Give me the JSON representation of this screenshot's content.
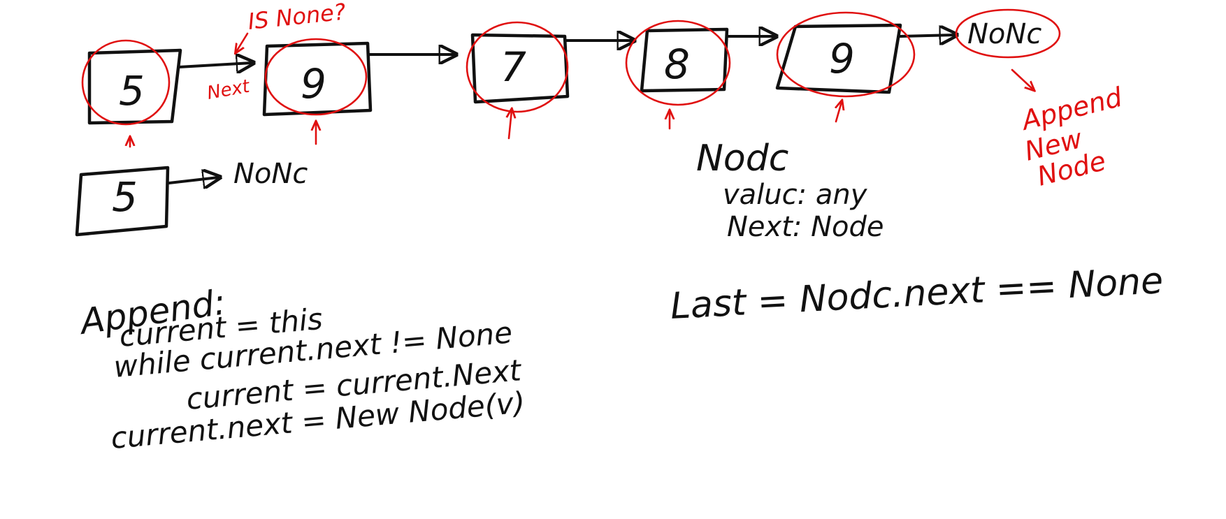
{
  "colors": {
    "ink": "#111111",
    "annotation": "#e01010",
    "background": "#ffffff"
  },
  "main_list": {
    "nodes": [
      {
        "value": "5",
        "circled": true,
        "pointer": true
      },
      {
        "value": "9",
        "circled": true,
        "pointer": true
      },
      {
        "value": "7",
        "circled": true,
        "pointer": true
      },
      {
        "value": "8",
        "circled": true,
        "pointer": true
      },
      {
        "value": "9",
        "circled": true,
        "pointer": true
      }
    ],
    "tail": "NoNc"
  },
  "single_list": {
    "node_value": "5",
    "tail": "NoNc"
  },
  "annotations": {
    "is_none": "IS None?",
    "next": "Next",
    "append_new_node": [
      "Append",
      "New",
      "Node"
    ]
  },
  "node_class": {
    "title": "Nodc",
    "fields": [
      "valuc: any",
      "Next: Node"
    ]
  },
  "last_rule": "Last = Nodc.next == None",
  "append_code": {
    "title": "Append:",
    "lines": [
      "current = this",
      "while current.next != None",
      "current = current.Next",
      "current.next = New Node(v)"
    ]
  }
}
